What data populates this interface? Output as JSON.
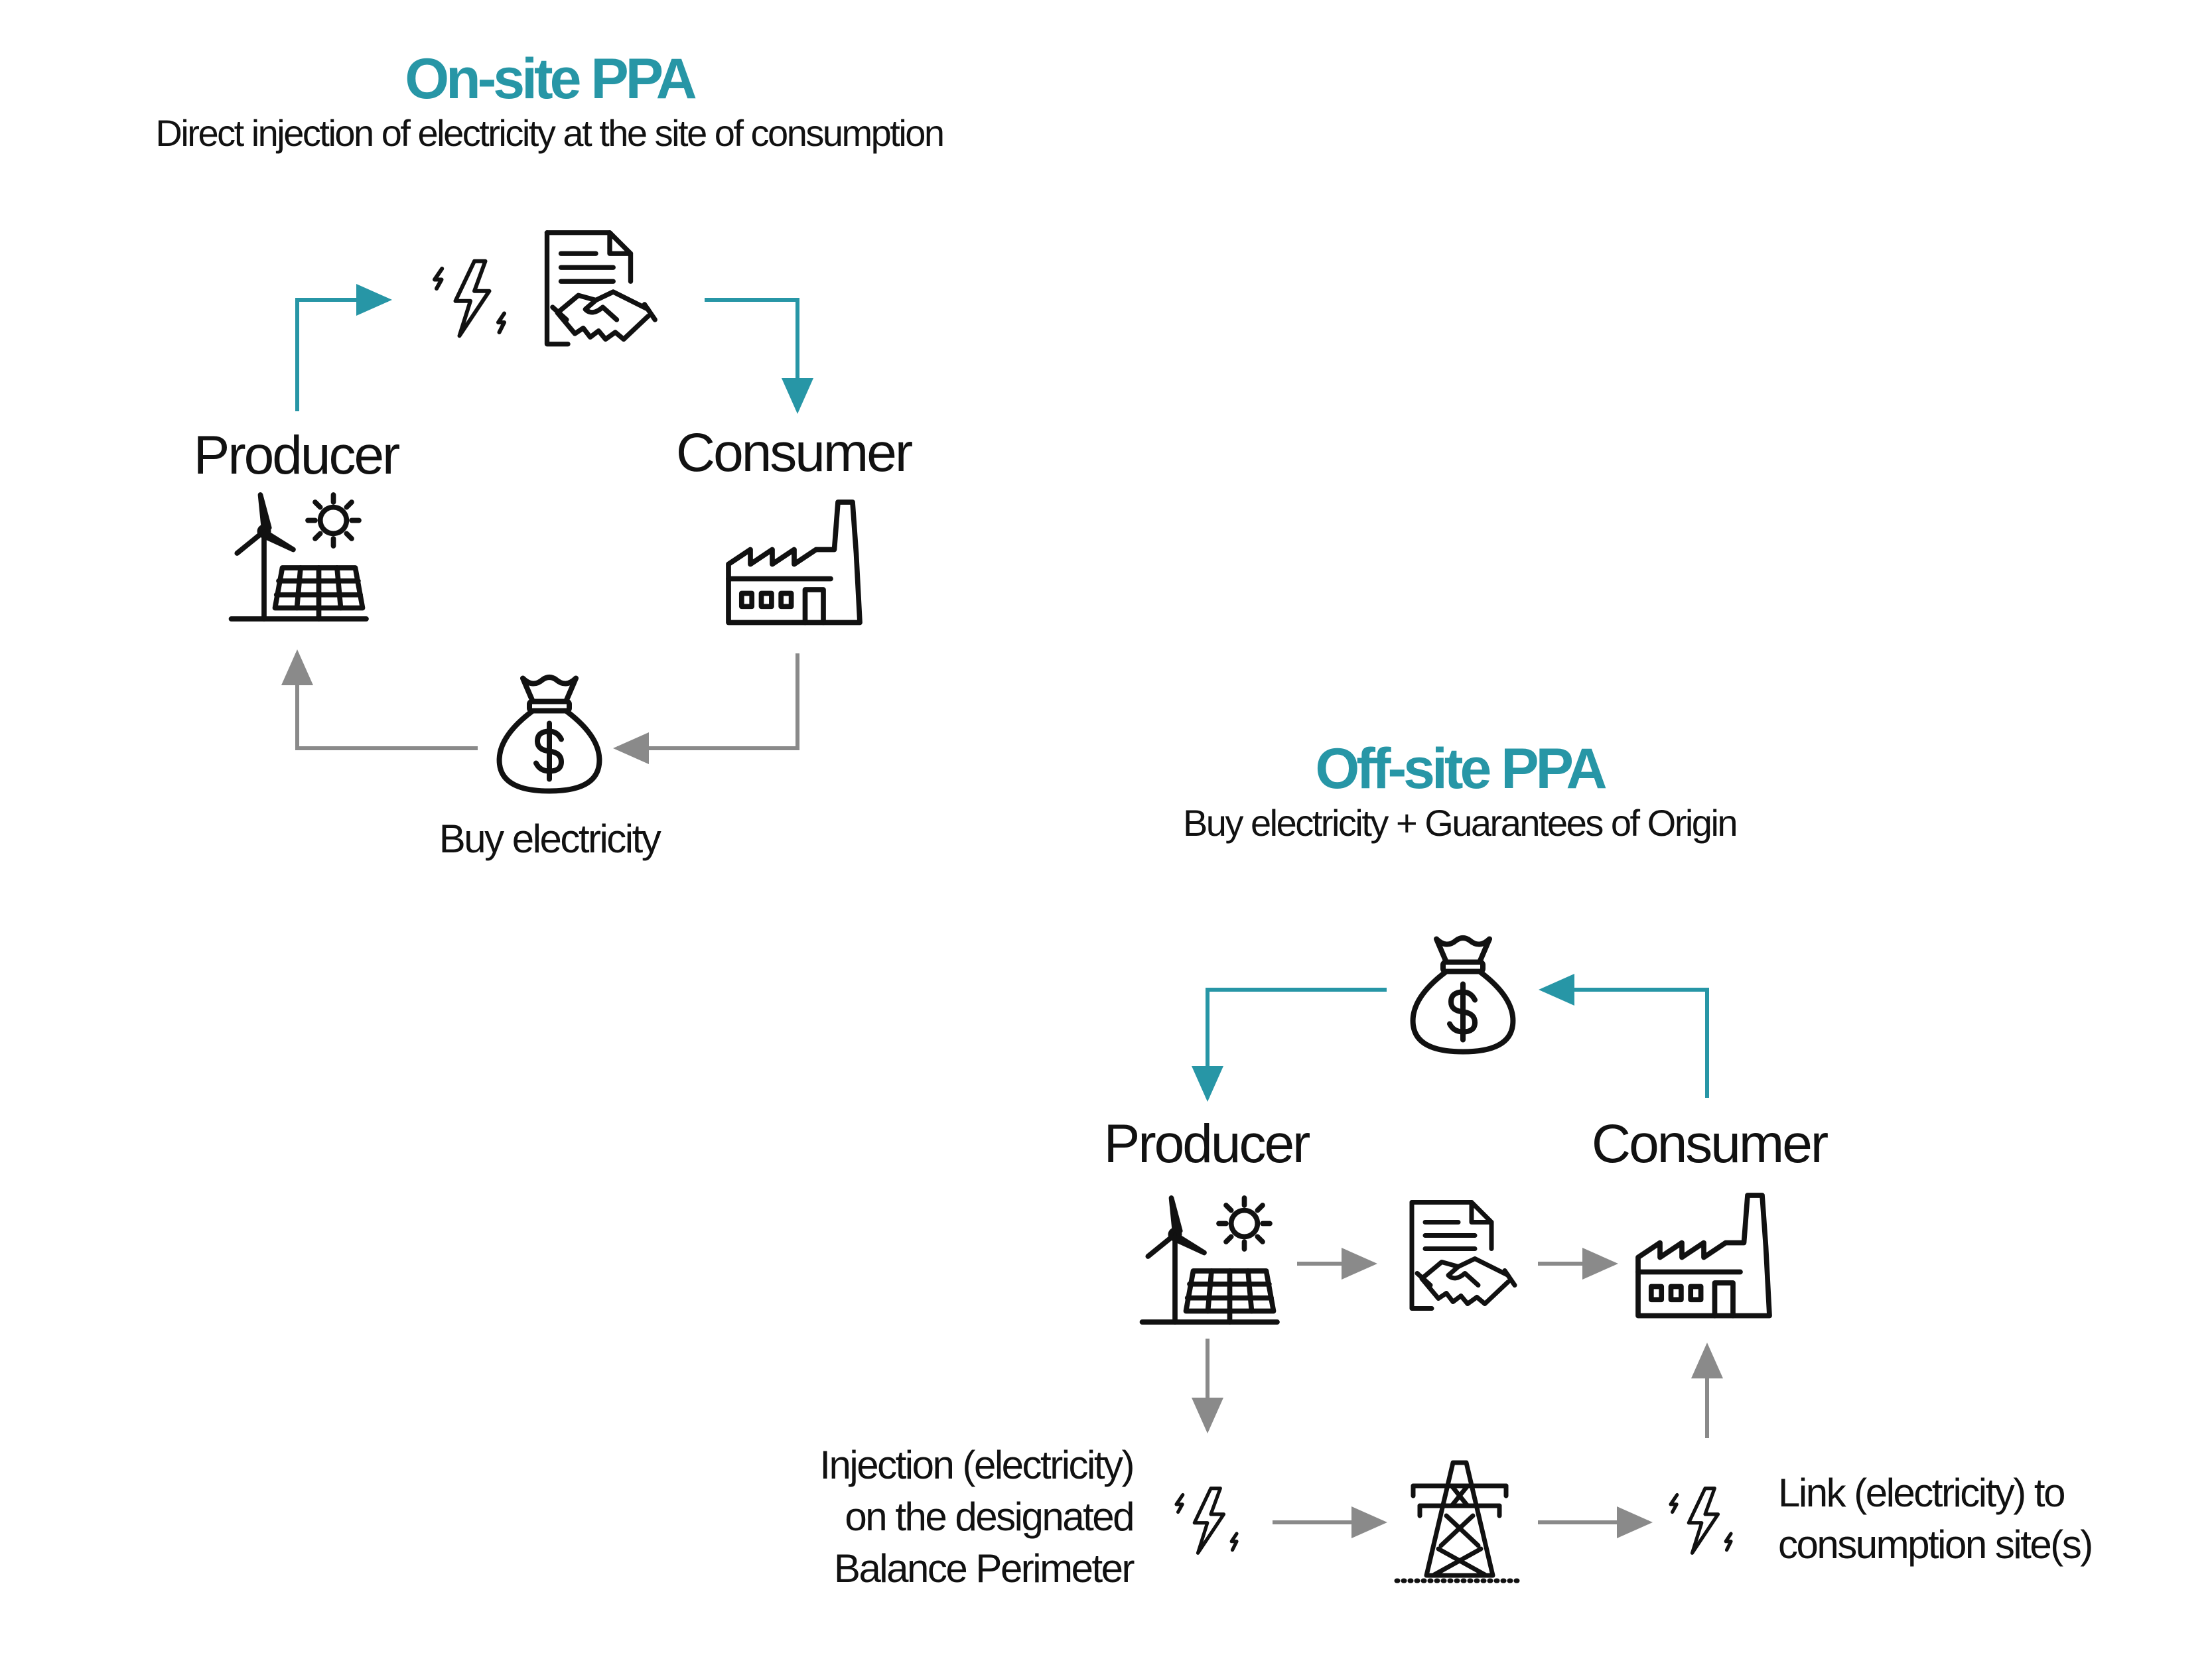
{
  "colors": {
    "accent": "#2796a6",
    "arrow_gray": "#8a8a8a",
    "icon": "#111111"
  },
  "onsite": {
    "title": "On-site PPA",
    "subtitle": "Direct injection of electricity at the site of consumption",
    "producer_label": "Producer",
    "consumer_label": "Consumer",
    "payment_caption": "Buy electricity",
    "icons": [
      "lightning-icon",
      "contract-handshake-icon",
      "wind-solar-icon",
      "factory-icon",
      "money-bag-icon"
    ]
  },
  "offsite": {
    "title": "Off-site PPA",
    "subtitle": "Buy electricity + Guarantees of Origin",
    "producer_label": "Producer",
    "consumer_label": "Consumer",
    "injection_caption": [
      "Injection (electricity)",
      "on the designated",
      "Balance Perimeter"
    ],
    "link_caption": [
      "Link (electricity) to",
      "consumption site(s)"
    ],
    "icons": [
      "money-bag-icon",
      "wind-solar-icon",
      "contract-handshake-icon",
      "factory-icon",
      "lightning-icon",
      "pylon-icon",
      "lightning-icon"
    ]
  }
}
